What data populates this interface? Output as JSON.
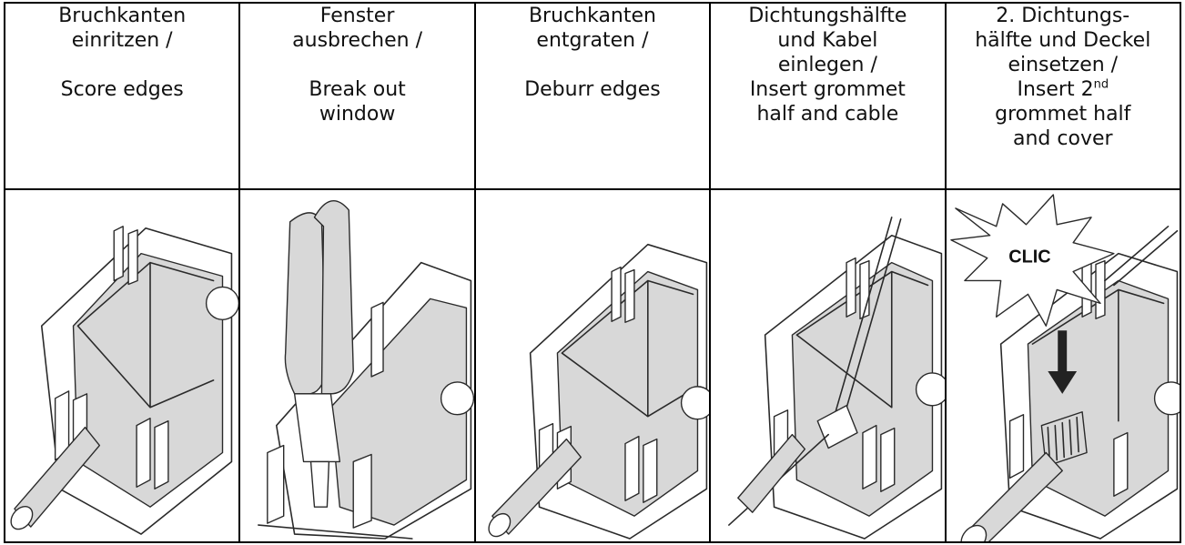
{
  "steps": [
    {
      "de": "Bruchkanten\neinritzen /",
      "en": "Score edges",
      "en_sup": "",
      "en_tail": "",
      "illustration": "score-edges"
    },
    {
      "de": "Fenster\nausbrechen /",
      "en": "Break out\nwindow",
      "en_sup": "",
      "en_tail": "",
      "illustration": "pliers-break-window"
    },
    {
      "de": "Bruchkanten\nentgraten /",
      "en": "Deburr edges",
      "en_sup": "",
      "en_tail": "",
      "illustration": "deburr-edges"
    },
    {
      "de": "Dichtungshälfte\nund Kabel\neinlegen /",
      "en": "Insert grommet\nhalf and cable",
      "en_sup": "",
      "en_tail": "",
      "illustration": "insert-grommet-cable"
    },
    {
      "de": "2. Dichtungs-\nhälfte und Deckel\neinsetzen /",
      "en": "Insert 2",
      "en_sup": "nd",
      "en_tail": "\ngrommet half\nand cover",
      "illustration": "insert-cover-clic"
    }
  ],
  "burst_label": "CLIC",
  "colors": {
    "line": "#2a2a2a",
    "fill": "#d8d8d8",
    "border": "#000000"
  }
}
